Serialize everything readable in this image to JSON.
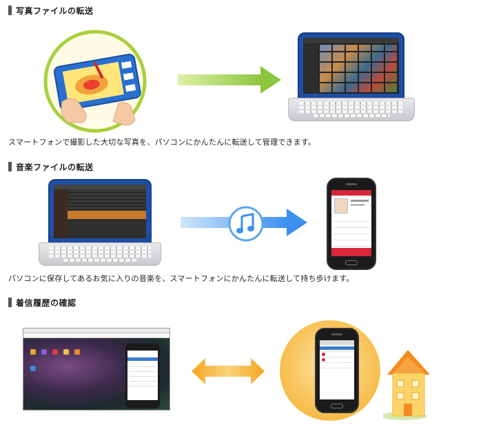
{
  "sections": [
    {
      "heading": "写真ファイルの転送",
      "caption": "スマートフォンで撮影した大切な写真を、パソコンにかんたんに転送して管理できます。"
    },
    {
      "heading": "音楽ファイルの転送",
      "caption": "パソコンに保存してあるお気に入りの音楽を、スマートフォンにかんたんに転送して持ち歩けます。"
    },
    {
      "heading": "着信履歴の確認",
      "caption": ""
    }
  ],
  "colors": {
    "photo_arrow": "#9ccc3c",
    "music_arrow": "#5aa6ef",
    "history_arrow": "#f5a520",
    "photo_circle_border": "#a9cf3b",
    "history_circle": "#f6b73c"
  },
  "icons": {
    "photo_illustration": "phone-camera-icon",
    "music_note": "music-note-icon",
    "house": "house-icon"
  }
}
